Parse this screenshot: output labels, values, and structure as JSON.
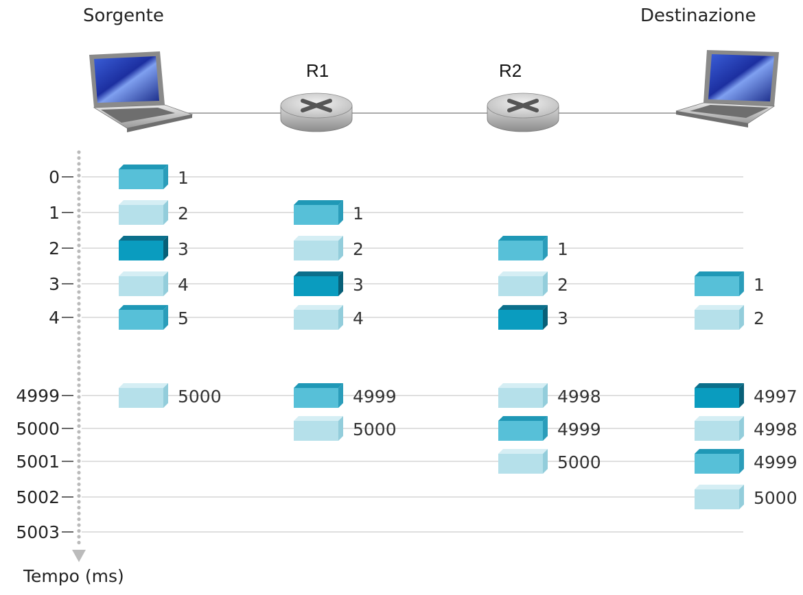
{
  "nodes": {
    "source": "Sorgente",
    "destination": "Destinazione",
    "router1": "R1",
    "router2": "R2"
  },
  "axis": {
    "title": "Tempo (ms)",
    "ticks": [
      "0",
      "1",
      "2",
      "3",
      "4",
      "4999",
      "5000",
      "5001",
      "5002",
      "5003"
    ]
  },
  "colors": {
    "light": "#b5e0ea",
    "medium": "#57c0d8",
    "dark": "#0a9cbf",
    "line": "#cccccc",
    "dots": "#bbbbbb"
  },
  "packets": [
    {
      "column": 0,
      "tick": 0,
      "label": "1",
      "shade": "medium"
    },
    {
      "column": 0,
      "tick": 1,
      "label": "2",
      "shade": "light"
    },
    {
      "column": 0,
      "tick": 2,
      "label": "3",
      "shade": "dark"
    },
    {
      "column": 0,
      "tick": 3,
      "label": "4",
      "shade": "light"
    },
    {
      "column": 0,
      "tick": 4,
      "label": "5",
      "shade": "medium"
    },
    {
      "column": 0,
      "tick": 5,
      "label": "5000",
      "shade": "light"
    },
    {
      "column": 1,
      "tick": 1,
      "label": "1",
      "shade": "medium"
    },
    {
      "column": 1,
      "tick": 2,
      "label": "2",
      "shade": "light"
    },
    {
      "column": 1,
      "tick": 3,
      "label": "3",
      "shade": "dark"
    },
    {
      "column": 1,
      "tick": 4,
      "label": "4",
      "shade": "light"
    },
    {
      "column": 1,
      "tick": 5,
      "label": "4999",
      "shade": "medium"
    },
    {
      "column": 1,
      "tick": 6,
      "label": "5000",
      "shade": "light"
    },
    {
      "column": 2,
      "tick": 2,
      "label": "1",
      "shade": "medium"
    },
    {
      "column": 2,
      "tick": 3,
      "label": "2",
      "shade": "light"
    },
    {
      "column": 2,
      "tick": 4,
      "label": "3",
      "shade": "dark"
    },
    {
      "column": 2,
      "tick": 5,
      "label": "4998",
      "shade": "light"
    },
    {
      "column": 2,
      "tick": 6,
      "label": "4999",
      "shade": "medium"
    },
    {
      "column": 2,
      "tick": 7,
      "label": "5000",
      "shade": "light"
    },
    {
      "column": 3,
      "tick": 3,
      "label": "1",
      "shade": "medium"
    },
    {
      "column": 3,
      "tick": 4,
      "label": "2",
      "shade": "light"
    },
    {
      "column": 3,
      "tick": 5,
      "label": "4997",
      "shade": "dark"
    },
    {
      "column": 3,
      "tick": 6,
      "label": "4998",
      "shade": "light"
    },
    {
      "column": 3,
      "tick": 7,
      "label": "4999",
      "shade": "medium"
    },
    {
      "column": 3,
      "tick": 8,
      "label": "5000",
      "shade": "light"
    }
  ]
}
